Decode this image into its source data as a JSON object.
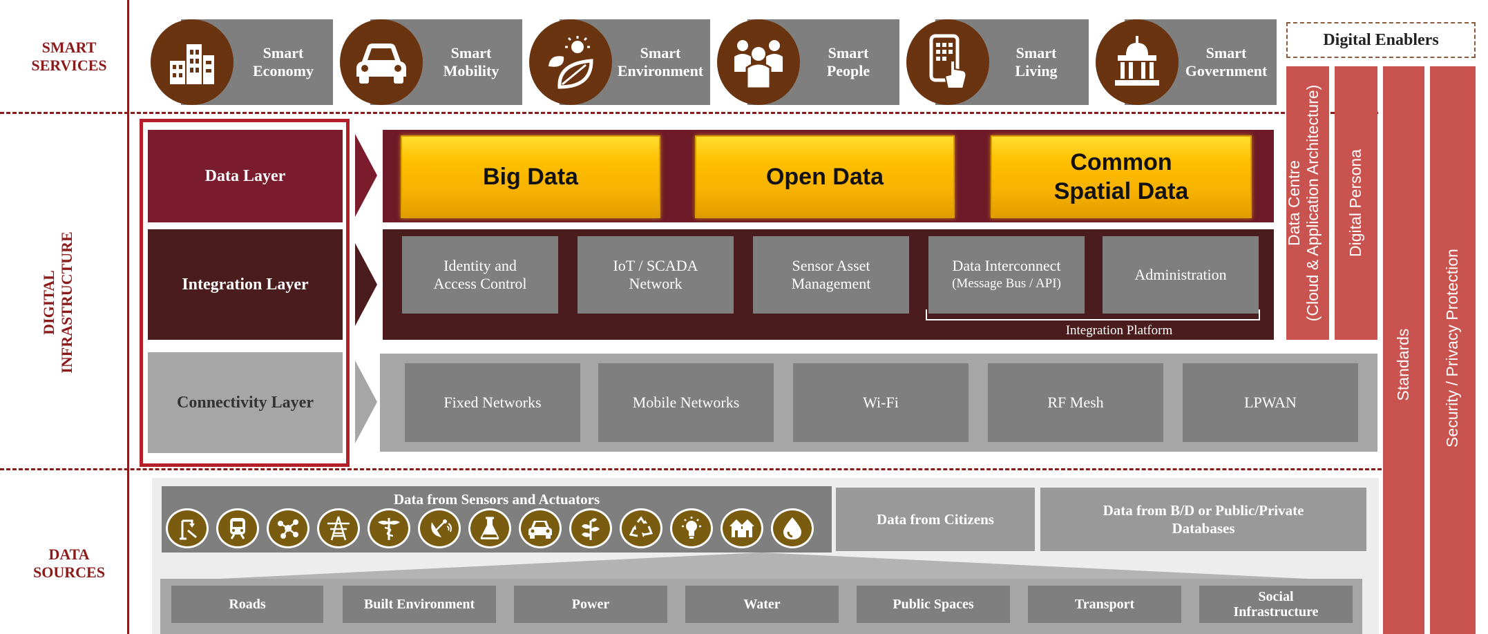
{
  "row_labels": {
    "smart_services": [
      "SMART",
      "SERVICES"
    ],
    "digital_infrastructure": [
      "DIGITAL",
      "INFRASTRUCTURE"
    ],
    "data_sources": [
      "DATA",
      "SOURCES"
    ]
  },
  "smart_services": [
    {
      "line1": "Smart",
      "line2": "Economy",
      "icon": "buildings-icon"
    },
    {
      "line1": "Smart",
      "line2": "Mobility",
      "icon": "car-icon"
    },
    {
      "line1": "Smart",
      "line2": "Environment",
      "icon": "leaf-sun-icon"
    },
    {
      "line1": "Smart",
      "line2": "People",
      "icon": "people-icon"
    },
    {
      "line1": "Smart",
      "line2": "Living",
      "icon": "smartphone-icon"
    },
    {
      "line1": "Smart",
      "line2": "Government",
      "icon": "government-building-icon"
    }
  ],
  "digital_enablers": {
    "title": "Digital Enablers",
    "items": [
      {
        "line1": "Data Centre",
        "line2": "(Cloud & Application Architecture)"
      },
      {
        "line1": "Digital Persona"
      },
      {
        "line1": "Standards"
      },
      {
        "line1": "Security / Privacy Protection"
      }
    ]
  },
  "layers": {
    "data": {
      "label": "Data Layer",
      "items": [
        {
          "line1": "Big Data"
        },
        {
          "line1": "Open Data"
        },
        {
          "line1": "Common",
          "line2": "Spatial Data"
        }
      ]
    },
    "integration": {
      "label": "Integration Layer",
      "items": [
        {
          "line1": "Identity and",
          "line2": "Access Control"
        },
        {
          "line1": "IoT / SCADA",
          "line2": "Network"
        },
        {
          "line1": "Sensor Asset",
          "line2": "Management"
        },
        {
          "line1": "Data Interconnect",
          "line2": "(Message Bus / API)"
        },
        {
          "line1": "Administration"
        }
      ],
      "platform_label": "Integration Platform"
    },
    "connectivity": {
      "label": "Connectivity Layer",
      "items": [
        "Fixed Networks",
        "Mobile Networks",
        "Wi-Fi",
        "RF Mesh",
        "LPWAN"
      ]
    }
  },
  "data_sources": {
    "sensors_title": "Data from Sensors and Actuators",
    "sensor_icons": [
      "streetlight-icon",
      "train-icon",
      "network-icon",
      "power-tower-icon",
      "health-icon",
      "satellite-dish-icon",
      "flask-icon",
      "car-icon",
      "plant-icon",
      "recycle-icon",
      "lightbulb-icon",
      "houses-icon",
      "water-drop-icon"
    ],
    "citizens": "Data from Citizens",
    "databases": {
      "line1": "Data from B/D or Public/Private",
      "line2": "Databases"
    },
    "infrastructure": [
      {
        "line1": "Roads"
      },
      {
        "line1": "Built Environment"
      },
      {
        "line1": "Power"
      },
      {
        "line1": "Water"
      },
      {
        "line1": "Public Spaces"
      },
      {
        "line1": "Transport"
      },
      {
        "line1": "Social",
        "line2": "Infrastructure"
      }
    ]
  },
  "colors": {
    "maroon": "#8b1a1a",
    "data_layer": "#7b1c2c",
    "integration_layer": "#4a1c1e",
    "connectivity_layer": "#a6a6a6",
    "gold": "#ffc000",
    "grey_box": "#7f7f7f",
    "enabler_red": "#c9534f",
    "icon_brown": "#6b3410",
    "sensor_icon_olive": "#7a5c10"
  }
}
